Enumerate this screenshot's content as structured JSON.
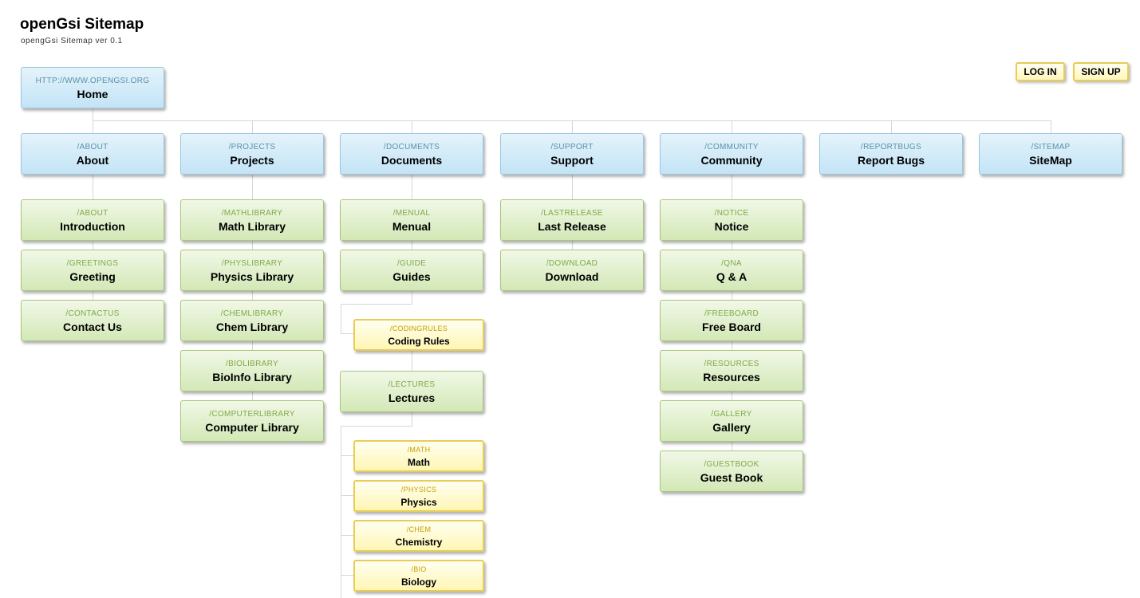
{
  "header": {
    "title": "openGsi Sitemap",
    "subtitle": "opengGsi Sitemap ver 0.1"
  },
  "auth": {
    "login": "LOG IN",
    "signup": "SIGN UP"
  },
  "home": {
    "path": "HTTP://WWW.OPENGSI.ORG",
    "label": "Home"
  },
  "sections": [
    {
      "path": "/ABOUT",
      "label": "About",
      "children": [
        {
          "path": "/ABOUT",
          "label": "Introduction"
        },
        {
          "path": "/GREETINGS",
          "label": "Greeting"
        },
        {
          "path": "/CONTACTUS",
          "label": "Contact Us"
        }
      ]
    },
    {
      "path": "/PROJECTS",
      "label": "Projects",
      "children": [
        {
          "path": "/MATHLIBRARY",
          "label": "Math Library"
        },
        {
          "path": "/PHYSLIBRARY",
          "label": "Physics Library"
        },
        {
          "path": "/CHEMLIBRARY",
          "label": "Chem Library"
        },
        {
          "path": "/BIOLIBRARY",
          "label": "BioInfo Library"
        },
        {
          "path": "/COMPUTERLIBRARY",
          "label": "Computer Library"
        }
      ]
    },
    {
      "path": "/DOCUMENTS",
      "label": "Documents",
      "children": [
        {
          "path": "/MENUAL",
          "label": "Menual"
        },
        {
          "path": "/GUIDE",
          "label": "Guides",
          "children": [
            {
              "path": "/CODINGRULES",
              "label": "Coding Rules"
            }
          ]
        },
        {
          "path": "/LECTURES",
          "label": "Lectures",
          "children": [
            {
              "path": "/MATH",
              "label": "Math"
            },
            {
              "path": "/PHYSICS",
              "label": "Physics"
            },
            {
              "path": "/CHEM",
              "label": "Chemistry"
            },
            {
              "path": "/BIO",
              "label": "Biology"
            }
          ]
        }
      ]
    },
    {
      "path": "/SUPPORT",
      "label": "Support",
      "children": [
        {
          "path": "/LASTRELEASE",
          "label": "Last Release"
        },
        {
          "path": "/DOWNLOAD",
          "label": "Download"
        }
      ]
    },
    {
      "path": "/COMMUNITY",
      "label": "Community",
      "children": [
        {
          "path": "/NOTICE",
          "label": "Notice"
        },
        {
          "path": "/QNA",
          "label": "Q & A"
        },
        {
          "path": "/FREEBOARD",
          "label": "Free Board"
        },
        {
          "path": "/RESOURCES",
          "label": "Resources"
        },
        {
          "path": "/GALLERY",
          "label": "Gallery"
        },
        {
          "path": "/GUESTBOOK",
          "label": "Guest Book"
        }
      ]
    },
    {
      "path": "/REPORTBUGS",
      "label": "Report Bugs",
      "children": []
    },
    {
      "path": "/SITEMAP",
      "label": "SiteMap",
      "children": []
    }
  ]
}
